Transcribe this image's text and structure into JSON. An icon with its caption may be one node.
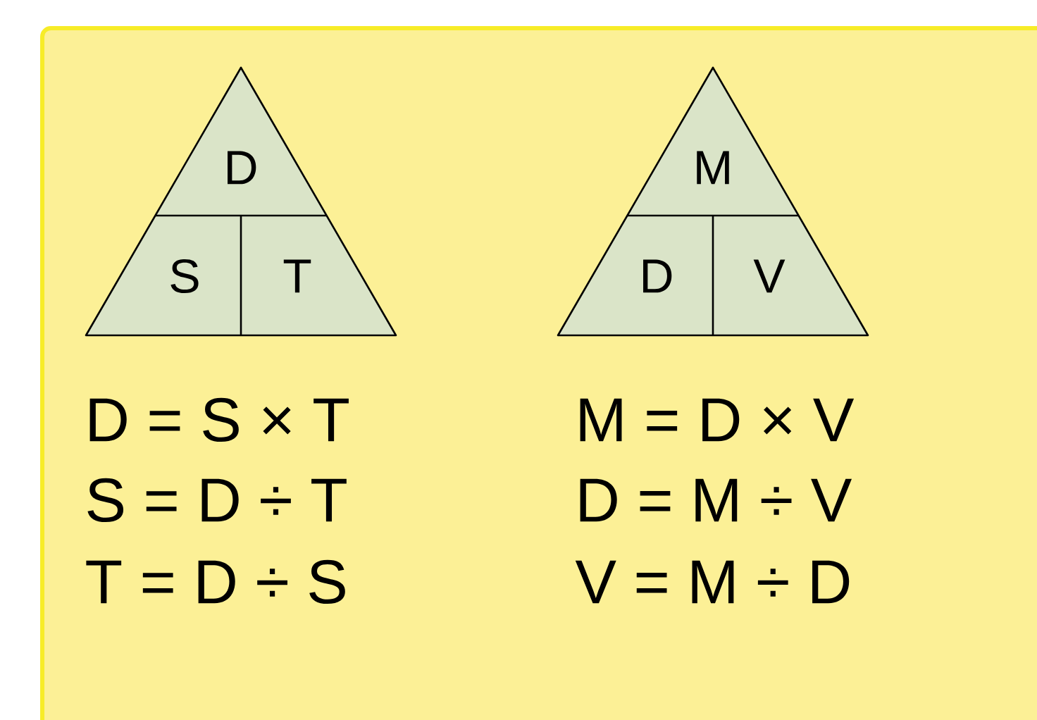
{
  "diagram": {
    "nodes": [
      {
        "text": [
          "D",
          "S",
          "T"
        ]
      },
      {
        "text": [
          "M",
          "D",
          "V"
        ]
      }
    ],
    "labels": [
      "D = S × T",
      "M = D × V",
      "S = D ÷ T",
      "D = M ÷ V",
      "T = D ÷ S",
      "V = M ÷ D"
    ]
  }
}
